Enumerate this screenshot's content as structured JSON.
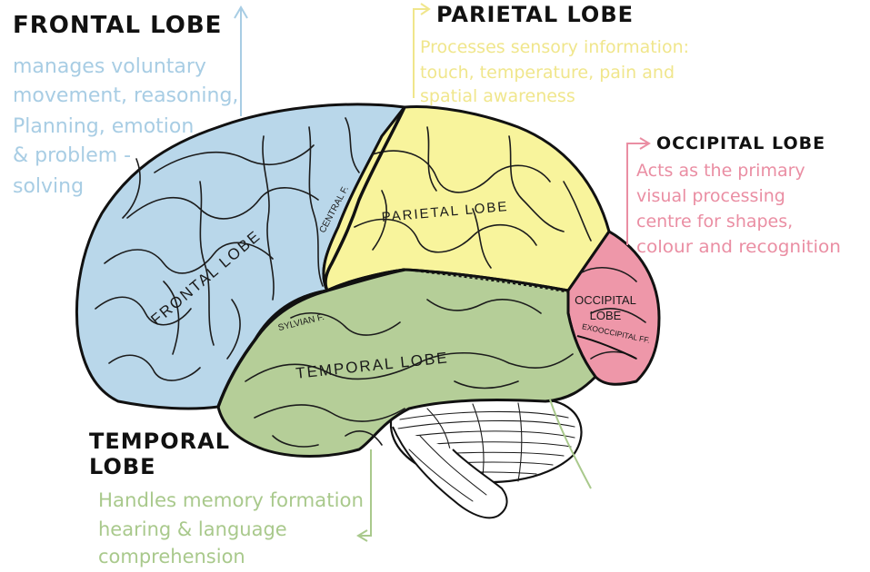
{
  "colors": {
    "frontal": "#b9d7ea",
    "parietal": "#f8f49c",
    "occipital": "#ee97a9",
    "temporal": "#b5ce98",
    "frontal_note": "#a8cde4",
    "parietal_note": "#f0e68c",
    "occipital_note": "#ea8ea3",
    "temporal_note": "#a9c98c",
    "cerebellum": "#ffffff"
  },
  "notes": {
    "frontal": {
      "title": "FRONTAL LOBE",
      "lines": [
        "manages voluntary",
        "movement, reasoning,",
        "Planning, emotion",
        "& problem -",
        "solving"
      ]
    },
    "parietal": {
      "title": "PARIETAL LOBE",
      "lines": [
        "Processes sensory information:",
        "touch, temperature, pain and",
        "spatial awareness"
      ]
    },
    "occipital": {
      "title": "OCCIPITAL LOBE",
      "lines": [
        "Acts as the primary",
        "visual processing",
        "centre for shapes,",
        "colour and recognition"
      ]
    },
    "temporal": {
      "title_lines": [
        "TEMPORAL",
        "LOBE"
      ],
      "lines": [
        "Handles memory formation",
        "hearing & language",
        "comprehension"
      ]
    }
  },
  "diagram": {
    "frontal_label": "FRONTAL LOBE",
    "parietal_label": "PARIETAL LOBE",
    "temporal_label": "TEMPORAL LOBE",
    "occipital_label_lines": [
      "OCCIPITAL",
      "LOBE"
    ],
    "central_fissure": "CENTRAL F.",
    "sylvian_fissure": "SYLVIAN F.",
    "exooccipital_fissure": "EXOOCCIPITAL FF."
  }
}
